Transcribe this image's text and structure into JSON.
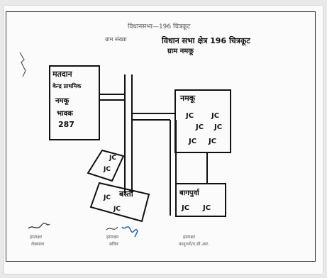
{
  "header": {
    "printed_title": "विधानसभा—196 चित्रकूट",
    "printed_place_label": "ग्राम संख्या",
    "handwritten_title": "विधान सभा क्षेत्र 196 चित्रकूट",
    "handwritten_subtitle": "ग्राम नमकू"
  },
  "map": {
    "polling_booth": {
      "lines": [
        "मतदान",
        "केन्द्र प्राथमिक",
        "नमकू",
        "भावक",
        "287"
      ]
    },
    "namku": {
      "label": "नमकू",
      "symbol": "JC",
      "symbol_count": 6
    },
    "left_houses": {
      "symbols": [
        "JC",
        "JC"
      ]
    },
    "basti": {
      "label": "बस्ती",
      "symbols": [
        "JC",
        "JC"
      ]
    },
    "bagpurwa": {
      "label": "बागपुर्वा",
      "symbols": [
        "JC",
        "JC"
      ]
    }
  },
  "footer": {
    "left_role_1": "हस्ताक्षर",
    "left_role_2": "लेखपाल",
    "middle_role_1": "हस्ताक्षर",
    "middle_role_2": "सचिव",
    "right_role_1": "हस्ताक्षर",
    "right_role_2": "कानूनगो/ए.सी.आर."
  },
  "colors": {
    "ink": "#111111",
    "stamp_blue": "#2a5fb0",
    "paper": "#fbfbfb"
  }
}
